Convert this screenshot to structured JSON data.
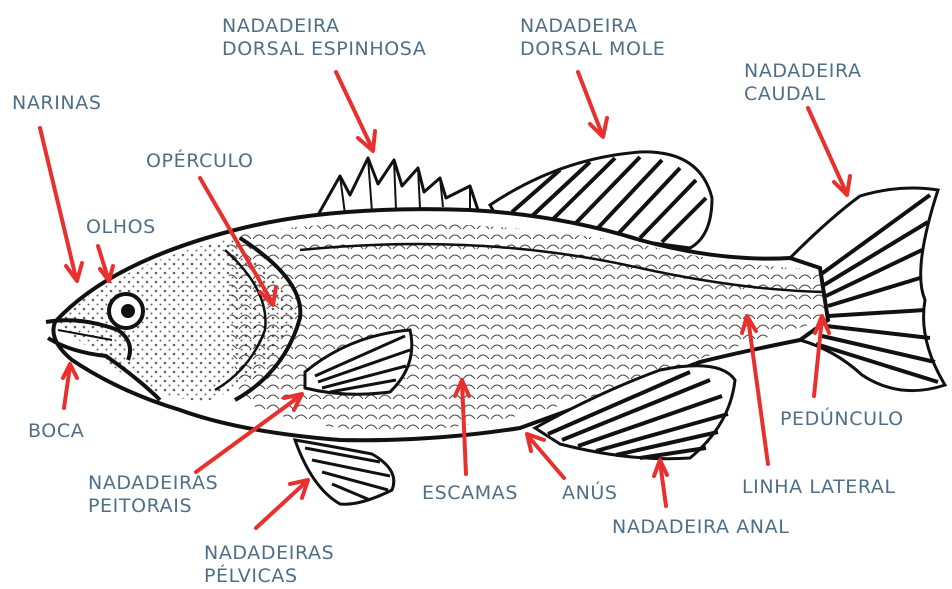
{
  "labels": {
    "nadadeira_dorsal_espinhosa": [
      "NADADEIRA",
      "DORSAL ESPINHOSA"
    ],
    "nadadeira_dorsal_mole": [
      "NADADEIRA",
      "DORSAL MOLE"
    ],
    "nadadeira_caudal": [
      "NADADEIRA",
      "CAUDAL"
    ],
    "narinas": "NARINAS",
    "operculo": "OPÉRCULO",
    "olhos": "OLHOS",
    "boca": "BOCA",
    "nadadeiras_peitorais": [
      "NADADEIRAS",
      "PEITORAIS"
    ],
    "nadadeiras_pelvicas": [
      "NADADEIRAS",
      "PÉLVICAS"
    ],
    "escamas": "ESCAMAS",
    "anus": "ANÚS",
    "nadadeira_anal": "NADADEIRA ANAL",
    "linha_lateral": "LINHA LATERAL",
    "pedunculo": "PEDÚNCULO"
  },
  "colors": {
    "label_text": "#4f6f87",
    "arrow": "#e8312e",
    "outline": "#111111",
    "background": "#ffffff"
  }
}
